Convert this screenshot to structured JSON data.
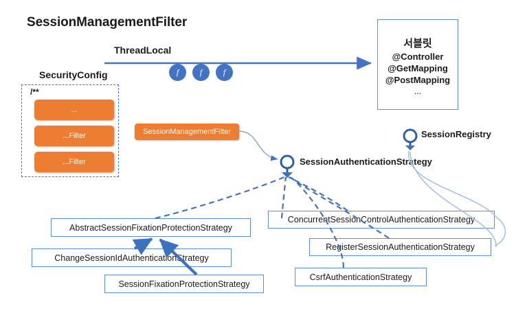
{
  "page_title": "SessionManagementFilter",
  "labels": {
    "threadlocal": "ThreadLocal",
    "securityconfig": "SecurityConfig",
    "url_pattern": "/**",
    "session_authentication_strategy": "SessionAuthenticationStrategy",
    "session_registry": "SessionRegistry"
  },
  "filter_chain": {
    "chips": [
      {
        "label": "..."
      },
      {
        "label": "...Filter"
      },
      {
        "label": "...Filter"
      }
    ]
  },
  "filter_node": {
    "label": "SessionManagementFilter"
  },
  "chain_markers": [
    {
      "glyph": "f"
    },
    {
      "glyph": "f"
    },
    {
      "glyph": "f"
    }
  ],
  "servlet_box": {
    "title": "서블릿",
    "annotations": [
      "@Controller",
      "@GetMapping",
      "@PostMapping"
    ],
    "ellipsis": "..."
  },
  "classes": [
    {
      "id": "abstract",
      "label": "AbstractSessionFixationProtectionStrategy"
    },
    {
      "id": "changesid",
      "label": "ChangeSessionIdAuthenticationStrategy"
    },
    {
      "id": "sfps",
      "label": "SessionFixationProtectionStrategy"
    },
    {
      "id": "concurrent",
      "label": "ConcurrentSessionControlAuthenticationStrategy"
    },
    {
      "id": "register",
      "label": "RegisterSessionAuthenticationStrategy"
    },
    {
      "id": "csrf",
      "label": "CsrfAuthenticationStrategy"
    }
  ],
  "colors": {
    "orange": "#ed7d31",
    "blue_arrow": "#4472c4",
    "box_border": "#5b8ed6",
    "light_curve": "#9dbbe8",
    "text": "#1a1a1a"
  }
}
